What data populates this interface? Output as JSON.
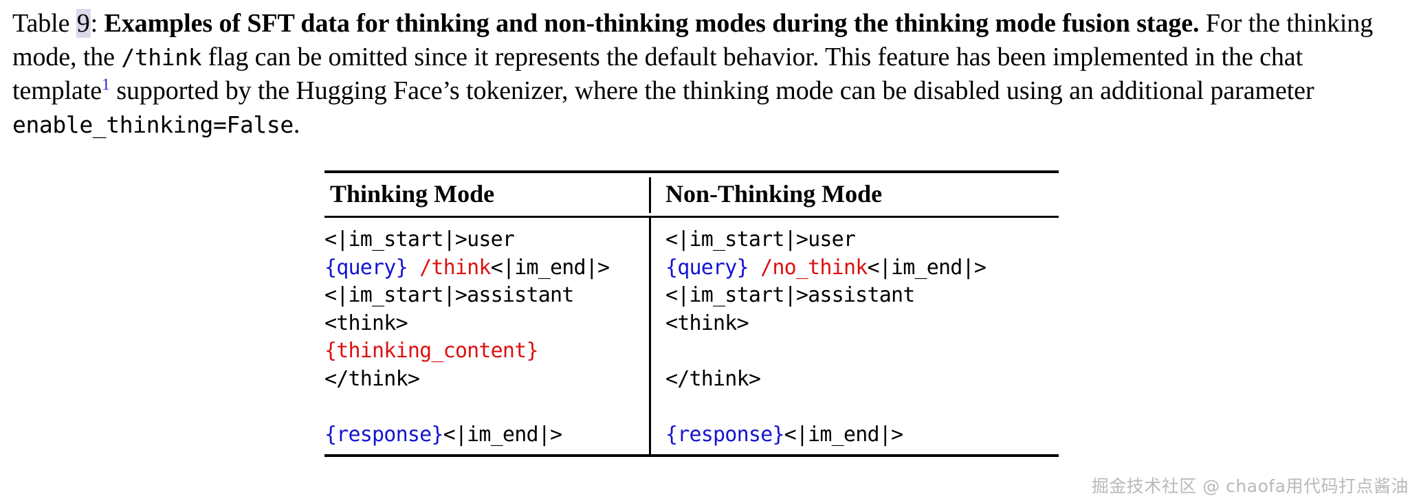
{
  "caption": {
    "label": "Table",
    "number": "9",
    "colon": ": ",
    "bold_title": "Examples of SFT data for thinking and non-thinking modes during the thinking mode fusion stage.",
    "body_part_1": " For the thinking mode, the ",
    "code_1": "/think",
    "body_part_2": " flag can be omitted since it represents the default behavior. This feature has been implemented in the chat template",
    "footnote_mark": "1",
    "body_part_3": " supported by the Hugging Face’s tokenizer, where the thinking mode can be disabled using an additional parameter ",
    "code_2": "enable_thinking=False",
    "body_part_4": "."
  },
  "table": {
    "headers": [
      "Thinking Mode",
      "Non-Thinking Mode"
    ],
    "columns": [
      {
        "name": "thinking-mode",
        "lines": [
          [
            {
              "t": "<|im_start|>user",
              "c": "black"
            }
          ],
          [
            {
              "t": "{query}",
              "c": "blue"
            },
            {
              "t": " ",
              "c": "black"
            },
            {
              "t": "/think",
              "c": "red"
            },
            {
              "t": "<|im_end|>",
              "c": "black"
            }
          ],
          [
            {
              "t": "<|im_start|>assistant",
              "c": "black"
            }
          ],
          [
            {
              "t": "<think>",
              "c": "black"
            }
          ],
          [
            {
              "t": "{thinking_content}",
              "c": "red"
            }
          ],
          [
            {
              "t": "</think>",
              "c": "black"
            }
          ],
          [
            {
              "t": "",
              "c": "black"
            }
          ],
          [
            {
              "t": "{response}",
              "c": "blue"
            },
            {
              "t": "<|im_end|>",
              "c": "black"
            }
          ]
        ]
      },
      {
        "name": "non-thinking-mode",
        "lines": [
          [
            {
              "t": "<|im_start|>user",
              "c": "black"
            }
          ],
          [
            {
              "t": "{query}",
              "c": "blue"
            },
            {
              "t": " ",
              "c": "black"
            },
            {
              "t": "/no_think",
              "c": "red"
            },
            {
              "t": "<|im_end|>",
              "c": "black"
            }
          ],
          [
            {
              "t": "<|im_start|>assistant",
              "c": "black"
            }
          ],
          [
            {
              "t": "<think>",
              "c": "black"
            }
          ],
          [
            {
              "t": "",
              "c": "black"
            }
          ],
          [
            {
              "t": "</think>",
              "c": "black"
            }
          ],
          [
            {
              "t": "",
              "c": "black"
            }
          ],
          [
            {
              "t": "{response}",
              "c": "blue"
            },
            {
              "t": "<|im_end|>",
              "c": "black"
            }
          ]
        ]
      }
    ]
  },
  "watermark": {
    "text": "掘金技术社区 @ chaofa用代码打点酱油"
  },
  "colors": {
    "token_blue": "#1414d2",
    "token_red": "#dd1111",
    "highlight": "#d9d9ec",
    "footnote_blue": "#2222cc",
    "watermark_gray": "#b9b9b9"
  }
}
